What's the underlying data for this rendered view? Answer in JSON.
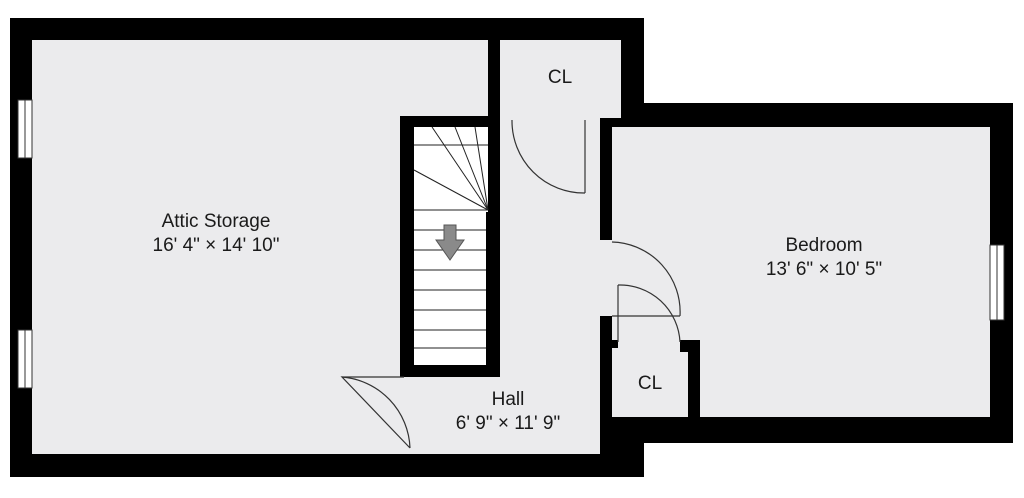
{
  "rooms": {
    "attic": {
      "name": "Attic Storage",
      "dims": "16' 4\" × 14' 10\""
    },
    "bedroom": {
      "name": "Bedroom",
      "dims": "13' 6\" × 10' 5\""
    },
    "hall": {
      "name": "Hall",
      "dims": "6' 9\" × 11' 9\""
    },
    "closet_top": {
      "name": "CL"
    },
    "closet_bottom": {
      "name": "CL"
    }
  },
  "colors": {
    "wall": "#000000",
    "floor": "#ebebed",
    "background": "#ffffff",
    "stair_arrow": "#8a8a8a",
    "door_line": "#333333"
  },
  "stairs": {
    "direction": "down"
  }
}
